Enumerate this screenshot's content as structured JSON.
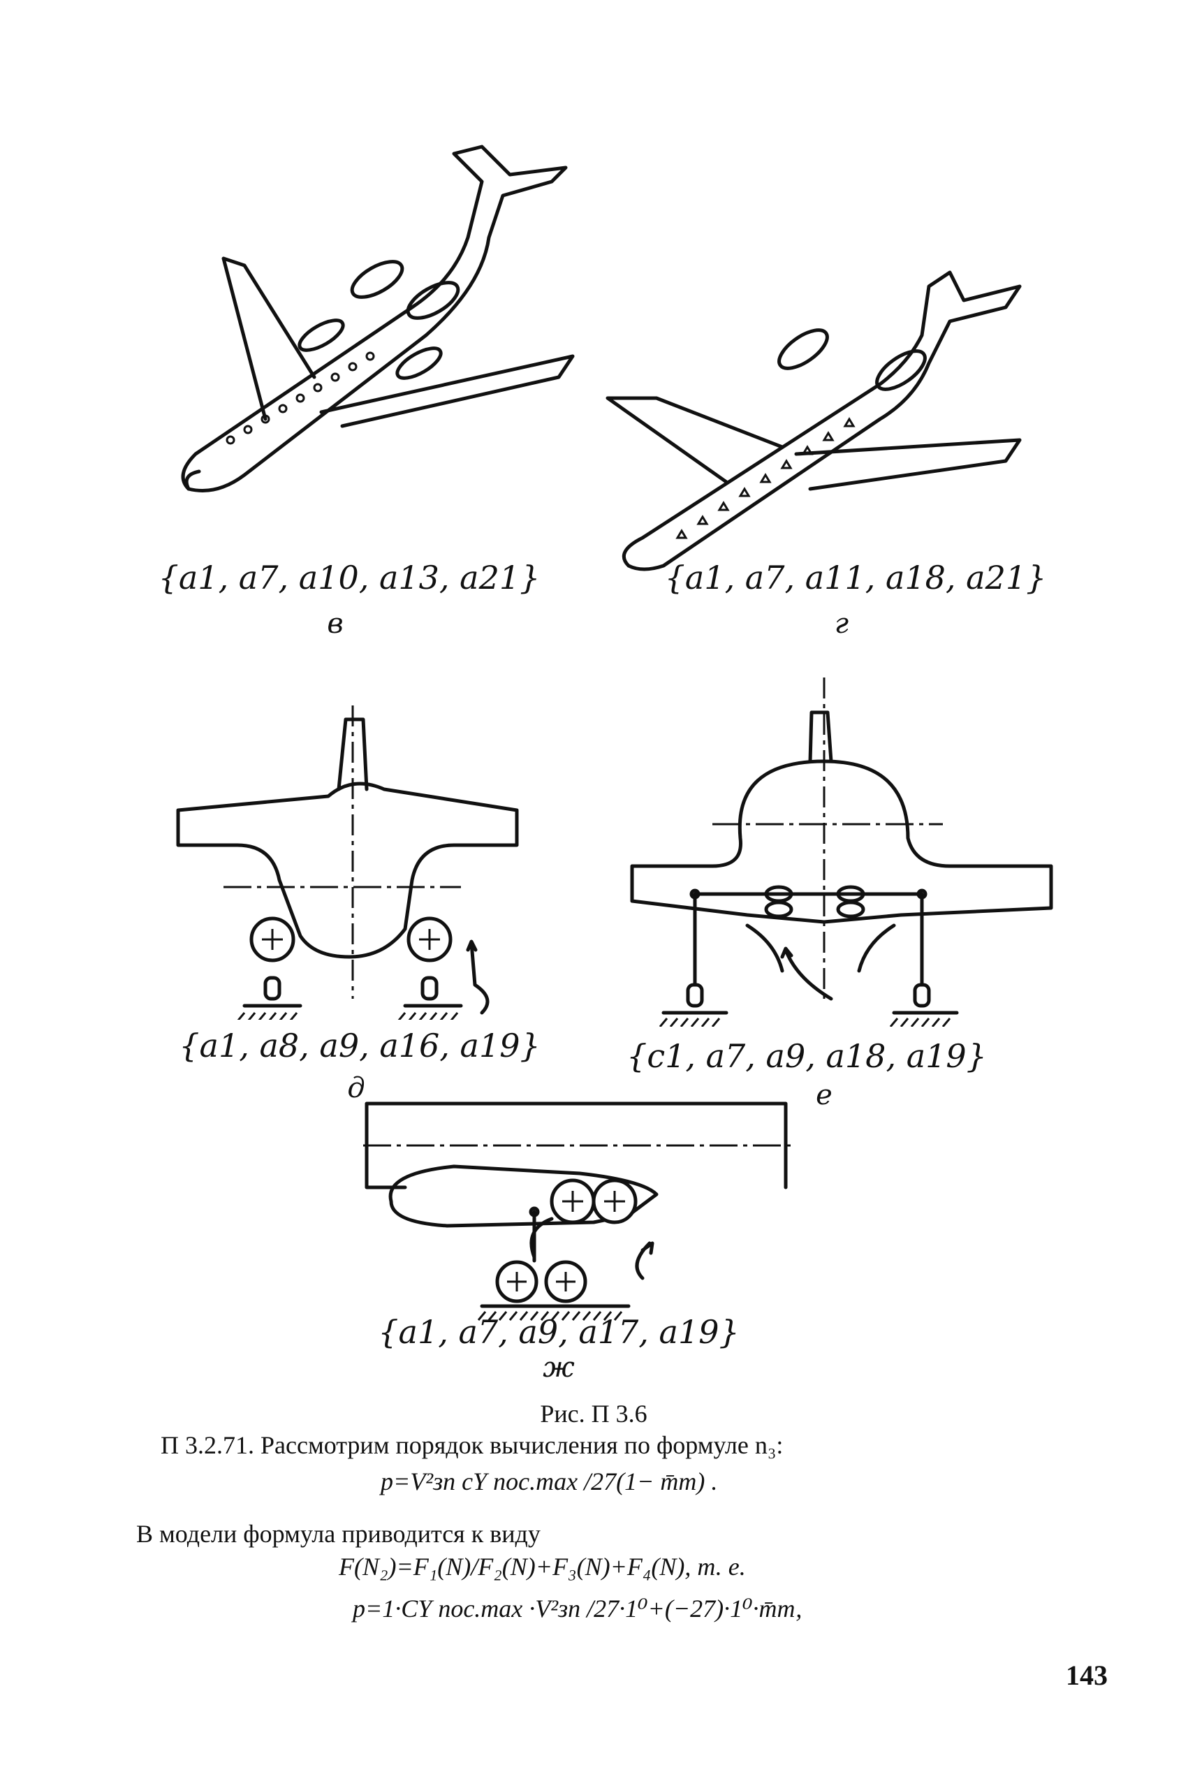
{
  "figures": [
    {
      "id": "v",
      "set": "{a1, a7, a10, a13, a21}",
      "letter": "в"
    },
    {
      "id": "g",
      "set": "{a1, a7, a11, a18, a21}",
      "letter": "г"
    },
    {
      "id": "d",
      "set": "{a1, a8, a9, a16, a19}",
      "letter": "д"
    },
    {
      "id": "e",
      "set": "{c1, a7, a9, a18, a19}",
      "letter": "е"
    },
    {
      "id": "zh",
      "set": "{a1, a7, a9, a17, a19}",
      "letter": "ж"
    }
  ],
  "figure_caption": "Рис. П 3.6",
  "paragraph1": "П 3.2.71. Рассмотрим порядок вычисления по формуле n₃:",
  "formula1": "p=V²зп cY пос.max /27(1− m̄т) .",
  "paragraph2": "В модели формула приводится к виду",
  "formula2": "F(N₂)=F₁(N)/F₂(N)+F₃(N)+F₄(N), т. е.",
  "formula3": "p=1·CY пос.max ·V²зп /27·1⁰+(−27)·1⁰·m̄т,",
  "page_number": "143"
}
